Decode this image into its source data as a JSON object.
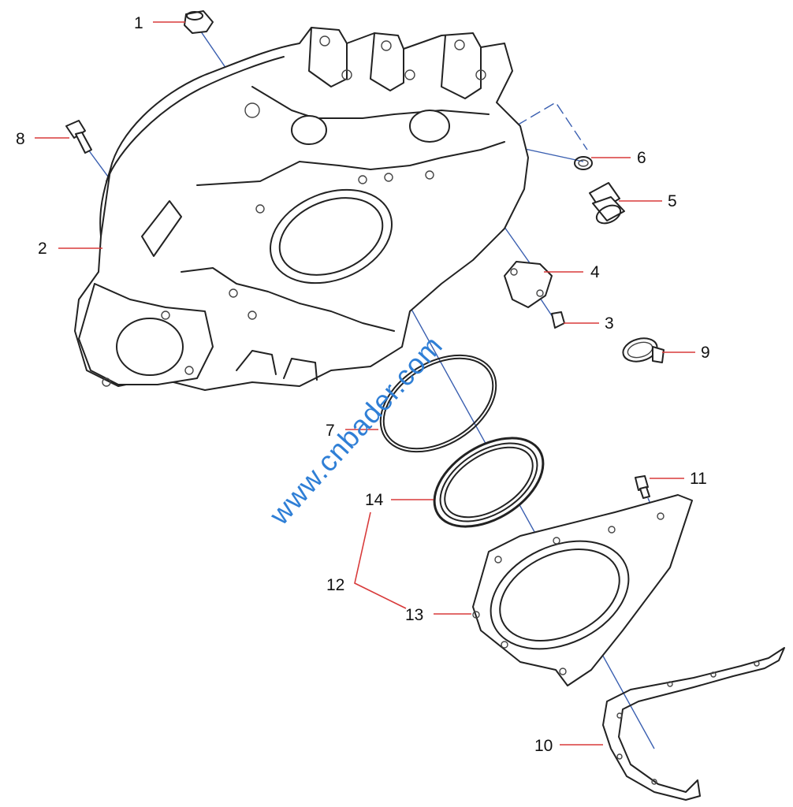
{
  "callouts": [
    {
      "id": "1",
      "text": "1"
    },
    {
      "id": "2",
      "text": "2"
    },
    {
      "id": "3",
      "text": "3"
    },
    {
      "id": "4",
      "text": "4"
    },
    {
      "id": "5",
      "text": "5"
    },
    {
      "id": "6",
      "text": "6"
    },
    {
      "id": "7",
      "text": "7"
    },
    {
      "id": "8",
      "text": "8"
    },
    {
      "id": "9",
      "text": "9"
    },
    {
      "id": "10",
      "text": "10"
    },
    {
      "id": "11",
      "text": "11"
    },
    {
      "id": "12",
      "text": "12"
    },
    {
      "id": "13",
      "text": "13"
    },
    {
      "id": "14",
      "text": "14"
    }
  ],
  "watermark": "www.cnbader.com",
  "colors": {
    "leader": "#d83a3a",
    "axis": "#3a5fb0",
    "watermark": "#2f7fd6",
    "line": "#222222"
  }
}
